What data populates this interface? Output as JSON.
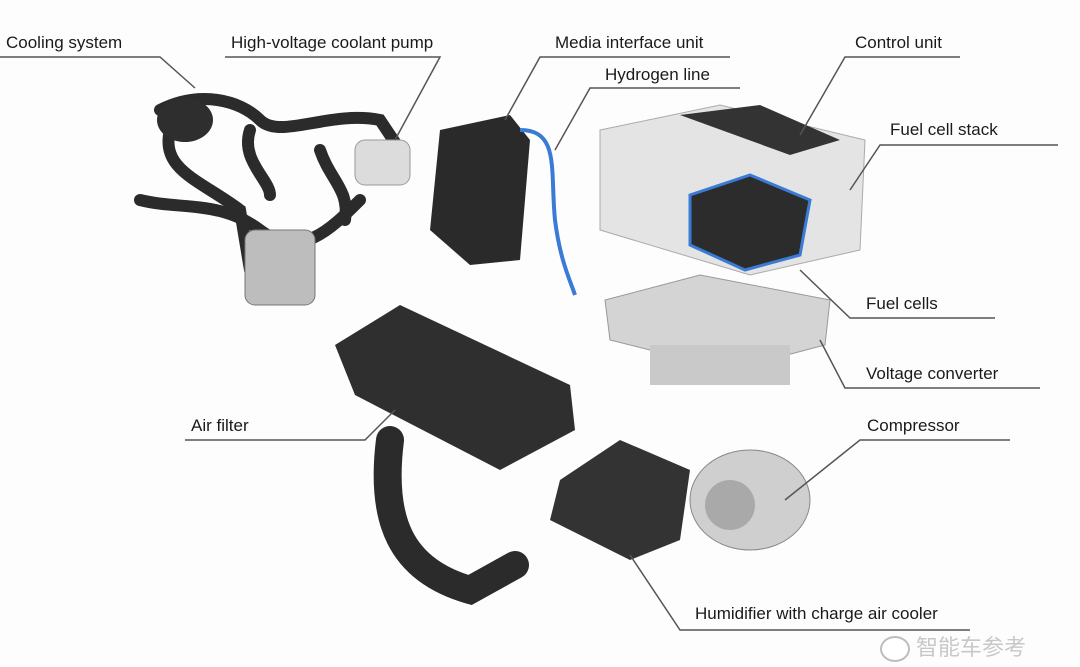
{
  "labels": {
    "cooling_system": "Cooling system",
    "coolant_pump": "High-voltage coolant pump",
    "media_interface": "Media interface unit",
    "hydrogen_line": "Hydrogen line",
    "control_unit": "Control unit",
    "fuel_cell_stack": "Fuel cell stack",
    "fuel_cells": "Fuel cells",
    "voltage_converter": "Voltage converter",
    "air_filter": "Air filter",
    "compressor": "Compressor",
    "humidifier": "Humidifier with charge air cooler"
  },
  "watermark": "智能车参考",
  "colors": {
    "line": "#555555",
    "dark_part": "#2a2a2a",
    "light_part": "#d9d9d9",
    "accent": "#3a7bd5"
  }
}
